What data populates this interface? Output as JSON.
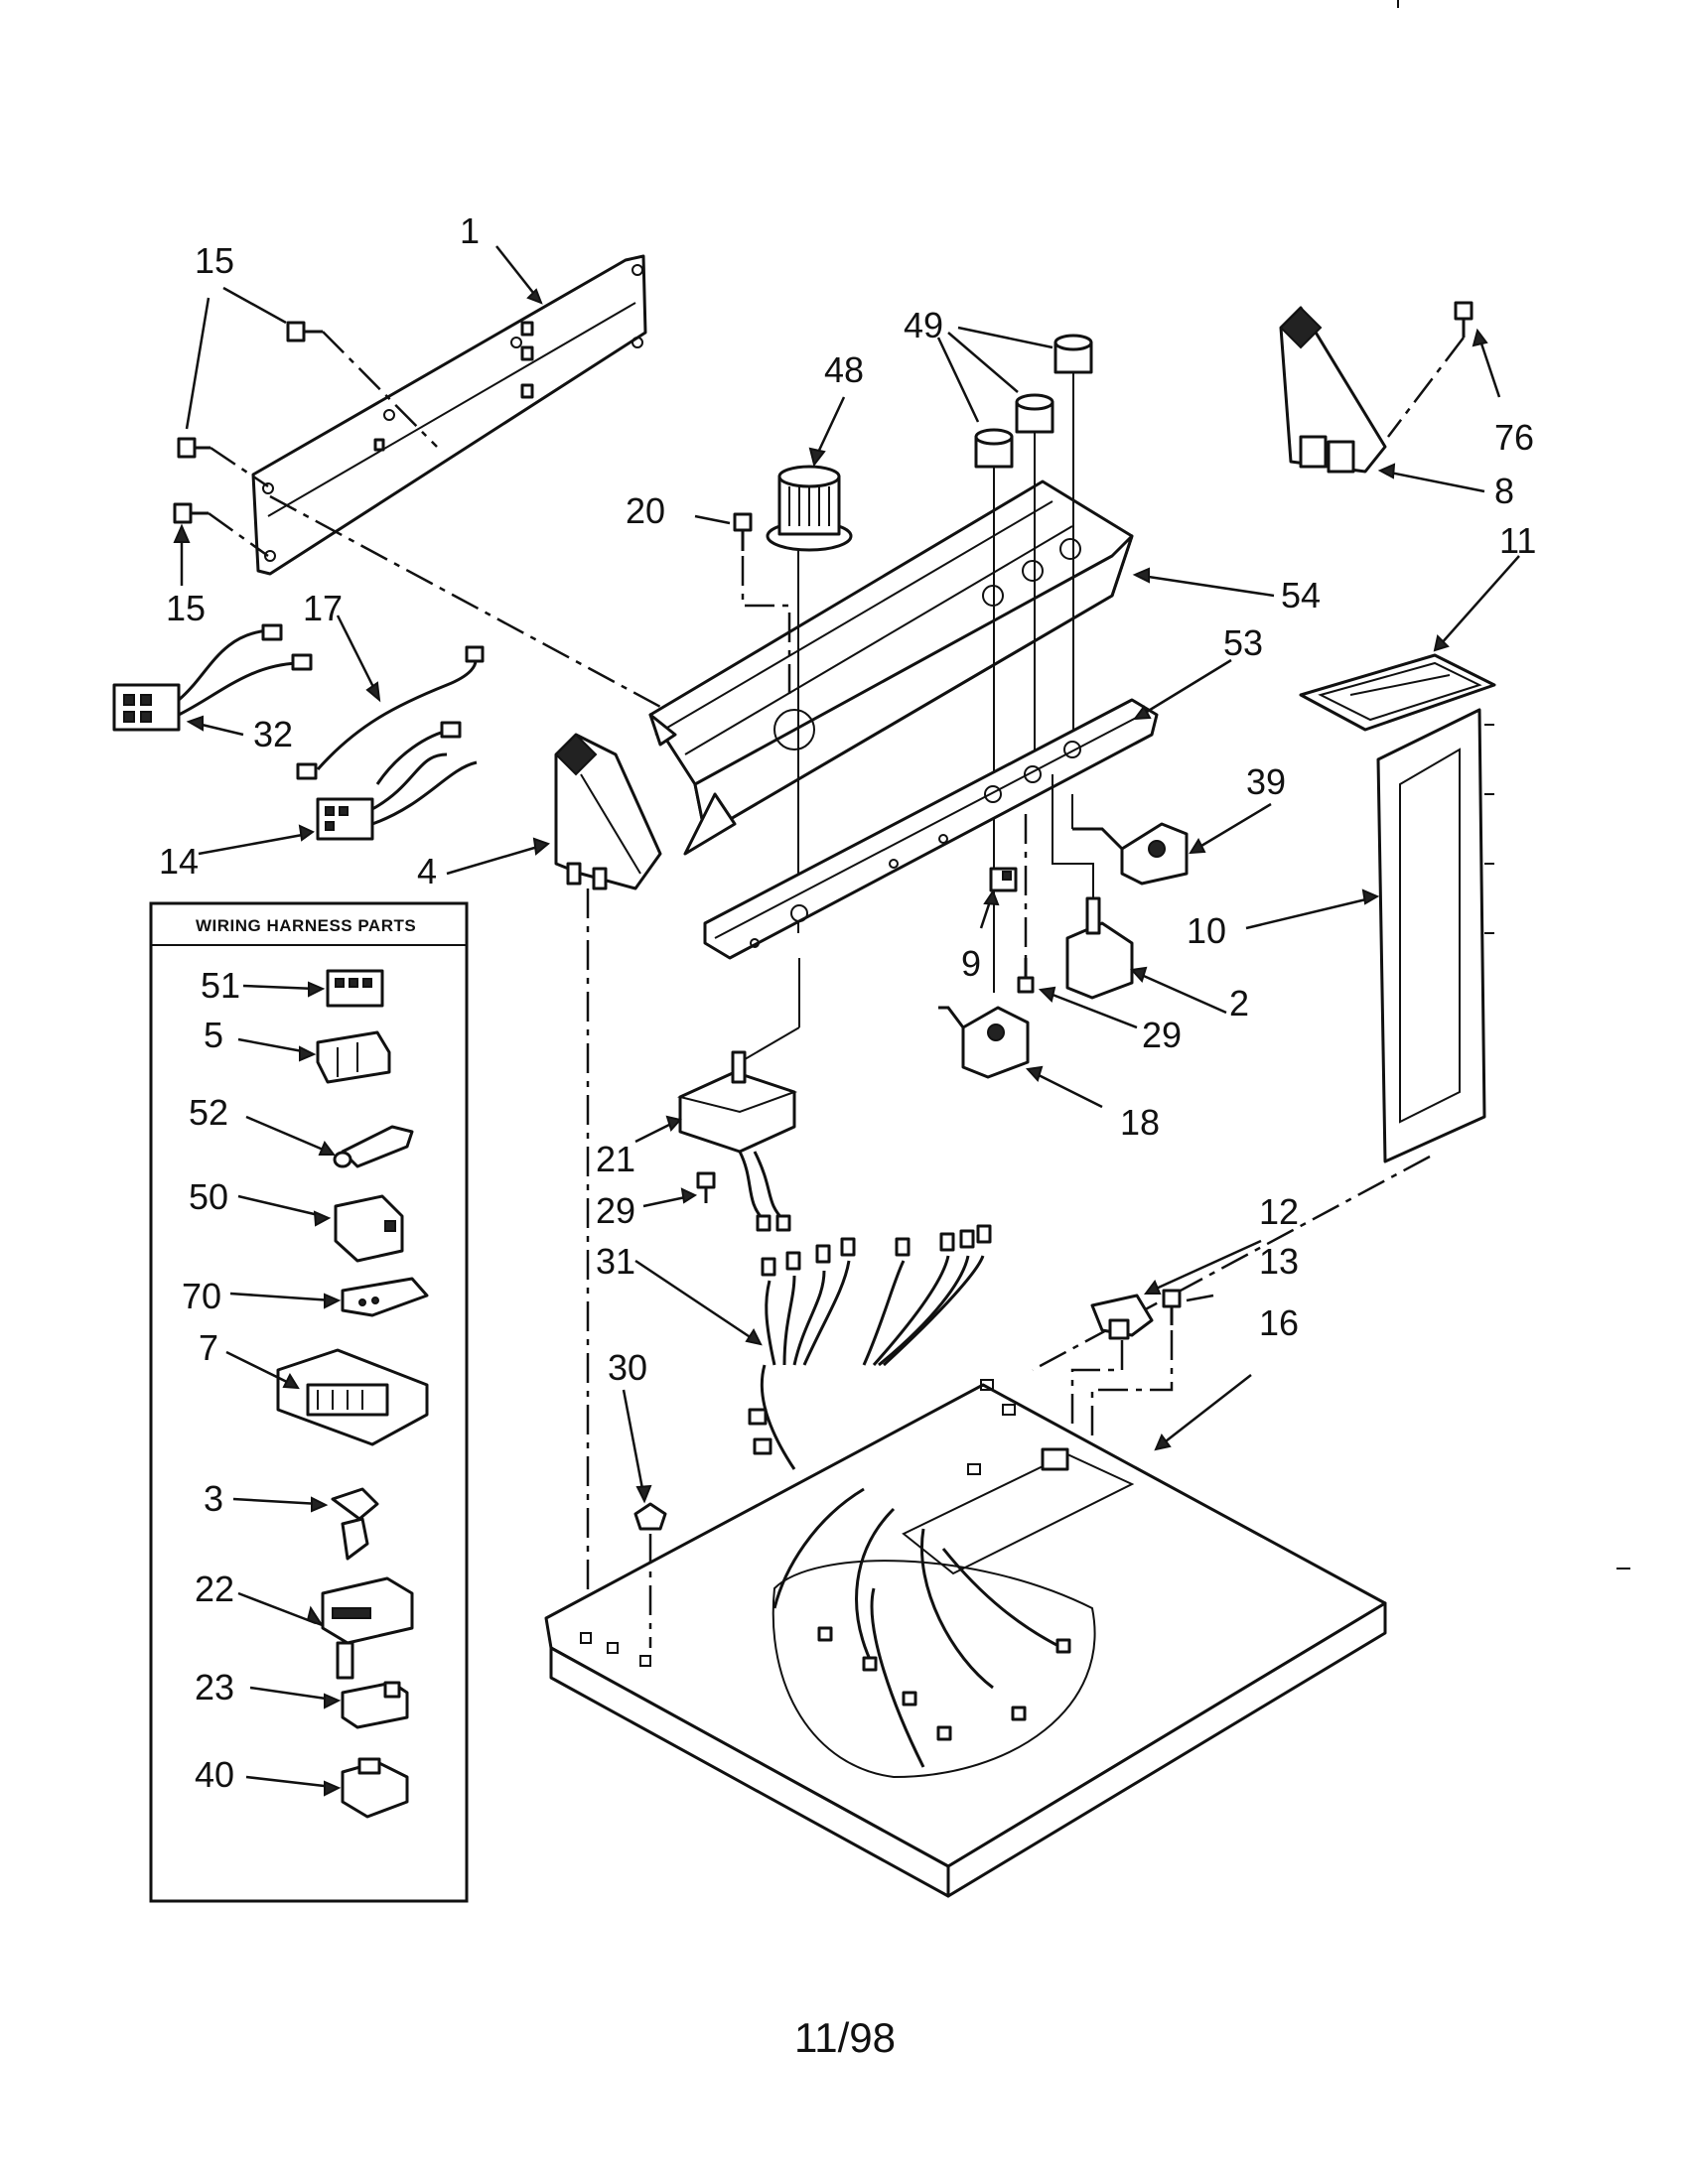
{
  "callouts": {
    "c1": "1",
    "c15a": "15",
    "c15b": "15",
    "c17": "17",
    "c32": "32",
    "c14": "14",
    "c4": "4",
    "c48": "48",
    "c49": "49",
    "c20": "20",
    "c54": "54",
    "c53": "53",
    "c76": "76",
    "c8": "8",
    "c11": "11",
    "c39": "39",
    "c10": "10",
    "c9": "9",
    "c2": "2",
    "c29a": "29",
    "c29b": "29",
    "c18": "18",
    "c21": "21",
    "c31": "31",
    "c12": "12",
    "c13": "13",
    "c16": "16",
    "c30": "30"
  },
  "harness_box": {
    "title": "WIRING HARNESS PARTS",
    "items": [
      "51",
      "5",
      "52",
      "50",
      "70",
      "7",
      "3",
      "22",
      "23",
      "40"
    ]
  },
  "footer": {
    "date": "11/98"
  }
}
